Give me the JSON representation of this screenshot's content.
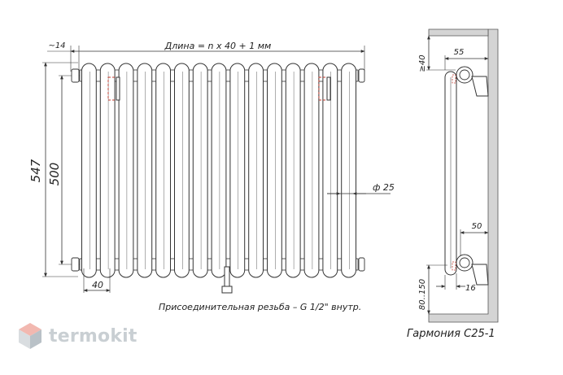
{
  "front_view": {
    "length_label": "Длина = n x 40 + 1 мм",
    "offset_label": "~14",
    "total_height_label": "547",
    "axis_height_label": "500",
    "section_pitch_label": "40",
    "tube_diameter_label": "ф 25",
    "thread_note": "Присоединительная резьба – G 1/2\" внутр."
  },
  "side_view": {
    "top_clearance_label": "≥40",
    "top_wall_distance_label": "55",
    "bottom_wall_distance_label": "50",
    "bottom_offset_label": "16",
    "floor_clearance_label": "80..150",
    "caption": "Гармония С25-1"
  },
  "logo": {
    "text": "termokit",
    "colors": {
      "top": "#f2b8b0",
      "left": "#d9dde0",
      "right": "#b9c1c7"
    }
  },
  "colors": {
    "line": "#333333",
    "tube_fill": "#ffffff",
    "wall_fill": "#d4d4d4"
  }
}
